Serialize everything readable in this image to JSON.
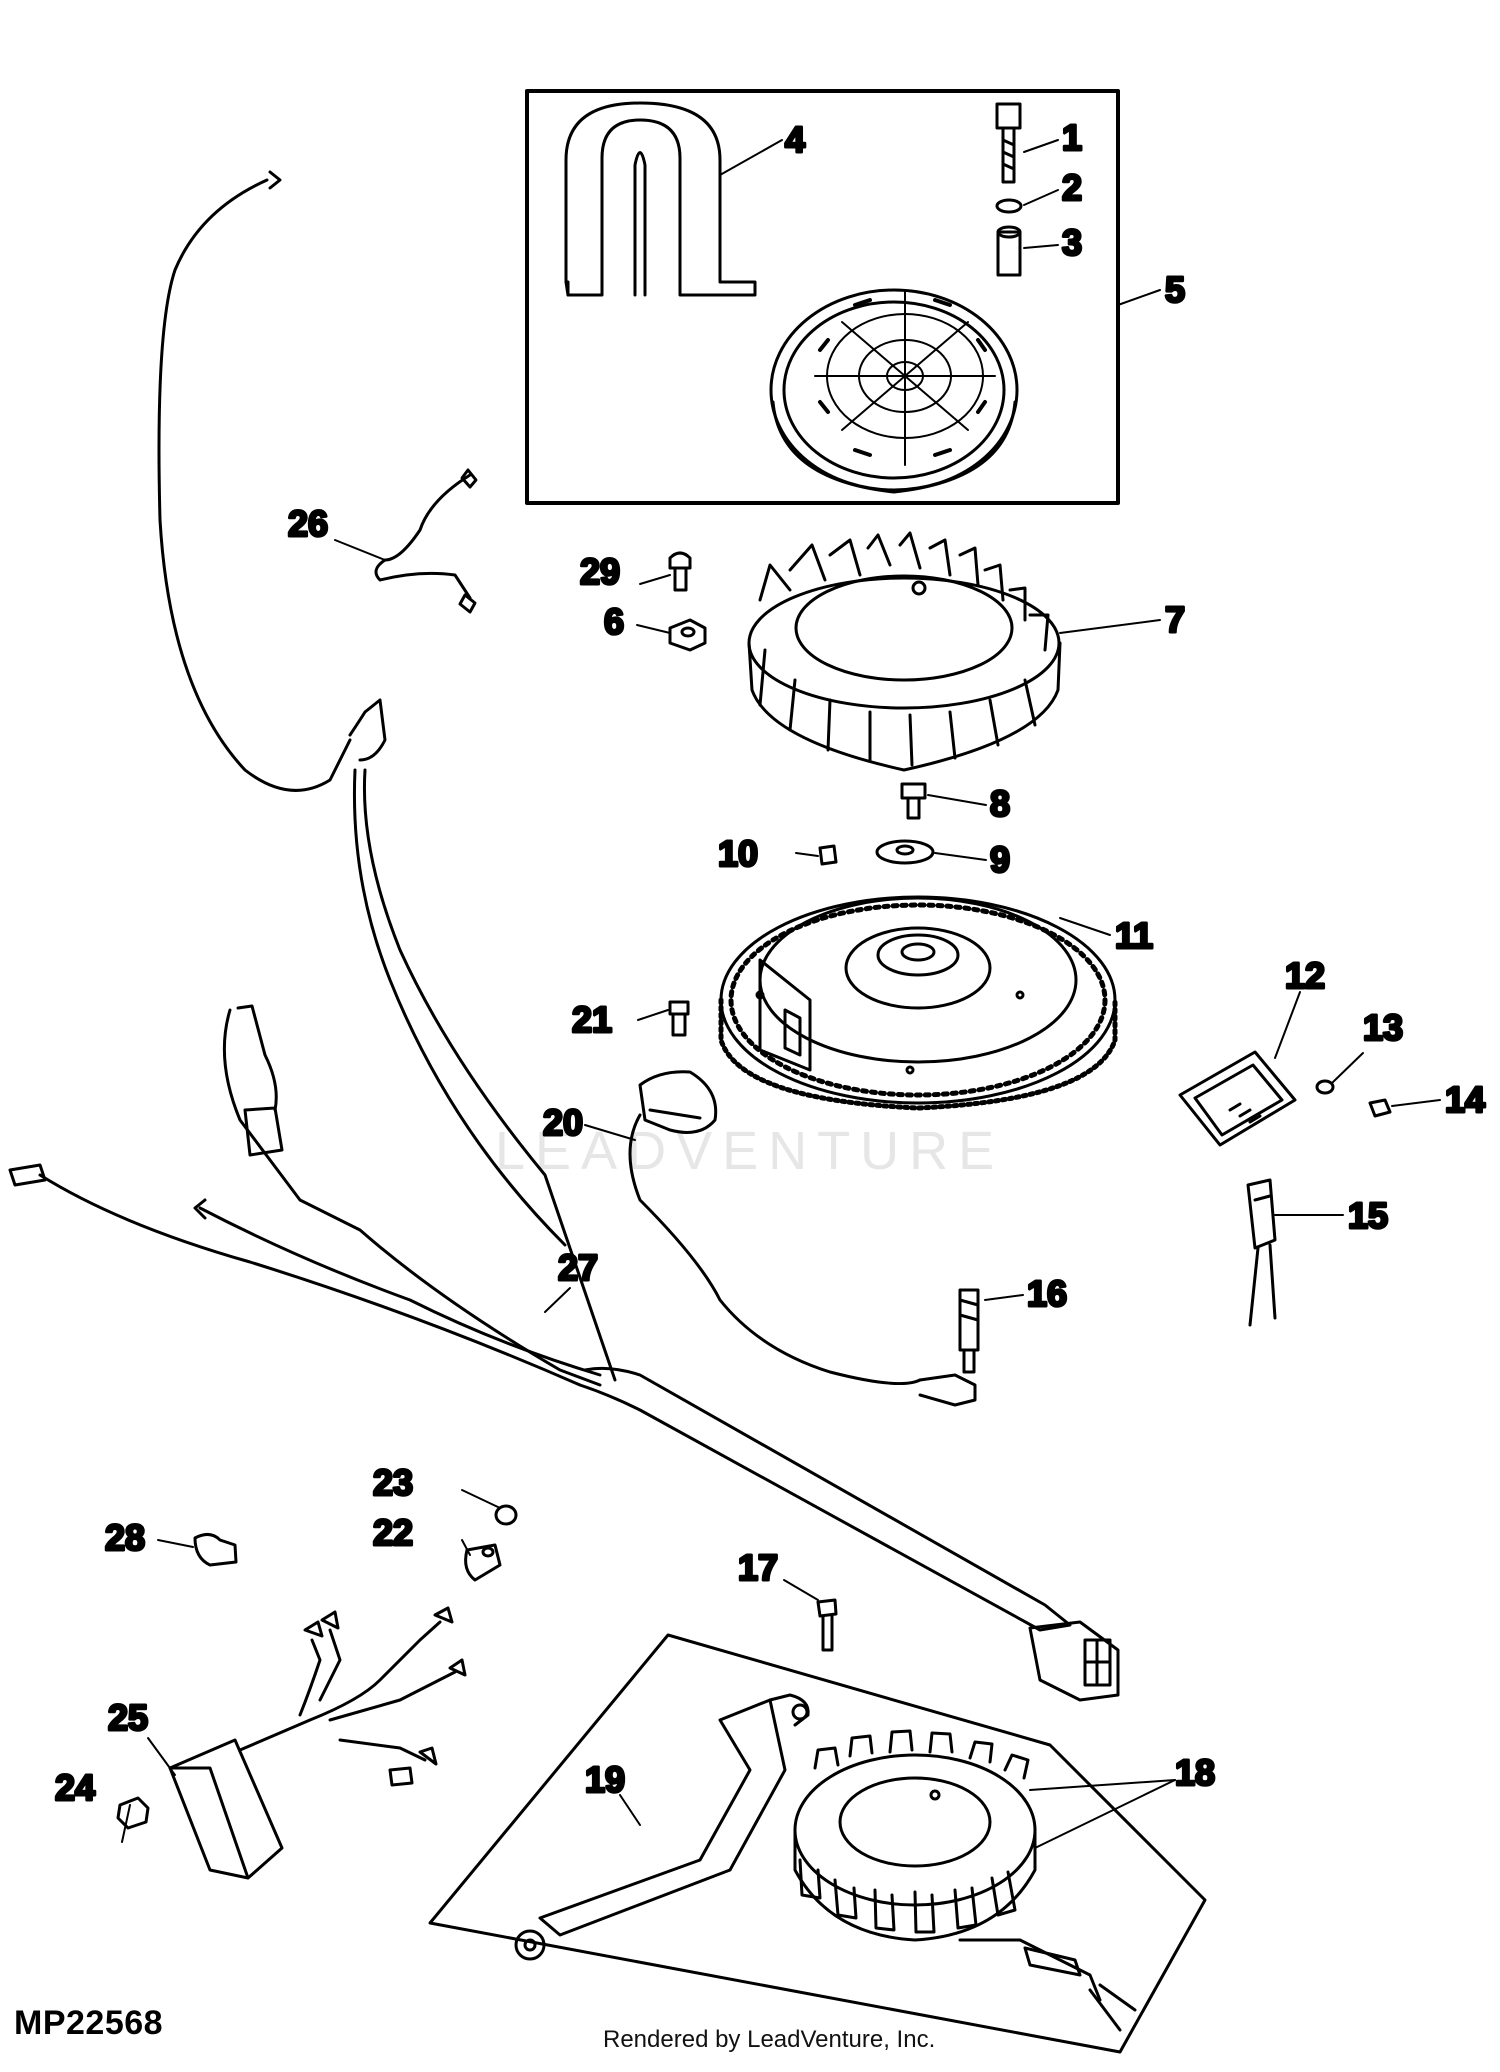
{
  "diagram": {
    "figure_id": "MP22568",
    "credit": "Rendered by LeadVenture, Inc.",
    "watermark": "LEADVENTURE",
    "callouts": [
      {
        "id": "c1",
        "label": "1"
      },
      {
        "id": "c2",
        "label": "2"
      },
      {
        "id": "c3",
        "label": "3"
      },
      {
        "id": "c4",
        "label": "4"
      },
      {
        "id": "c5",
        "label": "5"
      },
      {
        "id": "c6",
        "label": "6"
      },
      {
        "id": "c7",
        "label": "7"
      },
      {
        "id": "c8",
        "label": "8"
      },
      {
        "id": "c9",
        "label": "9"
      },
      {
        "id": "c10",
        "label": "10"
      },
      {
        "id": "c11",
        "label": "11"
      },
      {
        "id": "c12",
        "label": "12"
      },
      {
        "id": "c13",
        "label": "13"
      },
      {
        "id": "c14",
        "label": "14"
      },
      {
        "id": "c15",
        "label": "15"
      },
      {
        "id": "c16",
        "label": "16"
      },
      {
        "id": "c17",
        "label": "17"
      },
      {
        "id": "c18",
        "label": "18"
      },
      {
        "id": "c19",
        "label": "19"
      },
      {
        "id": "c20",
        "label": "20"
      },
      {
        "id": "c21",
        "label": "21"
      },
      {
        "id": "c22",
        "label": "22"
      },
      {
        "id": "c23",
        "label": "23"
      },
      {
        "id": "c24",
        "label": "24"
      },
      {
        "id": "c25",
        "label": "25"
      },
      {
        "id": "c26",
        "label": "26"
      },
      {
        "id": "c27",
        "label": "27"
      },
      {
        "id": "c28",
        "label": "28"
      },
      {
        "id": "c29",
        "label": "29"
      }
    ]
  }
}
